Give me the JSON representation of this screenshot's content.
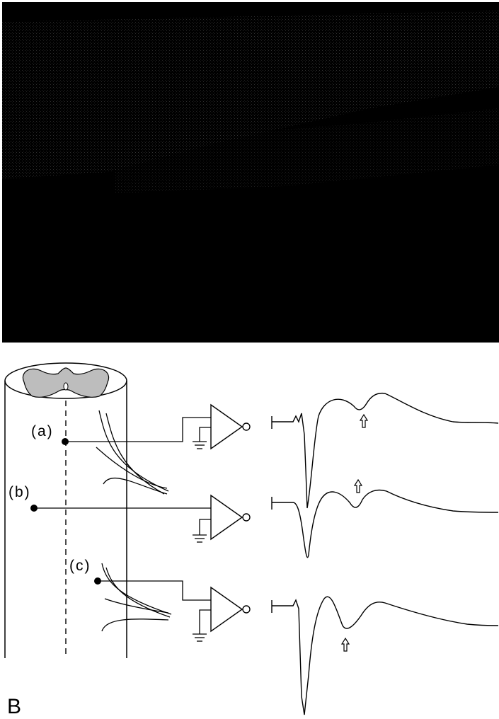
{
  "top_panel": {
    "description_color": "#000000"
  },
  "electrodes": {
    "a": "(a)",
    "b": "(b)",
    "c": "(c)"
  },
  "panel_label": "B",
  "colors": {
    "gray_matter": "#bdbdbd",
    "ink": "#000000"
  }
}
